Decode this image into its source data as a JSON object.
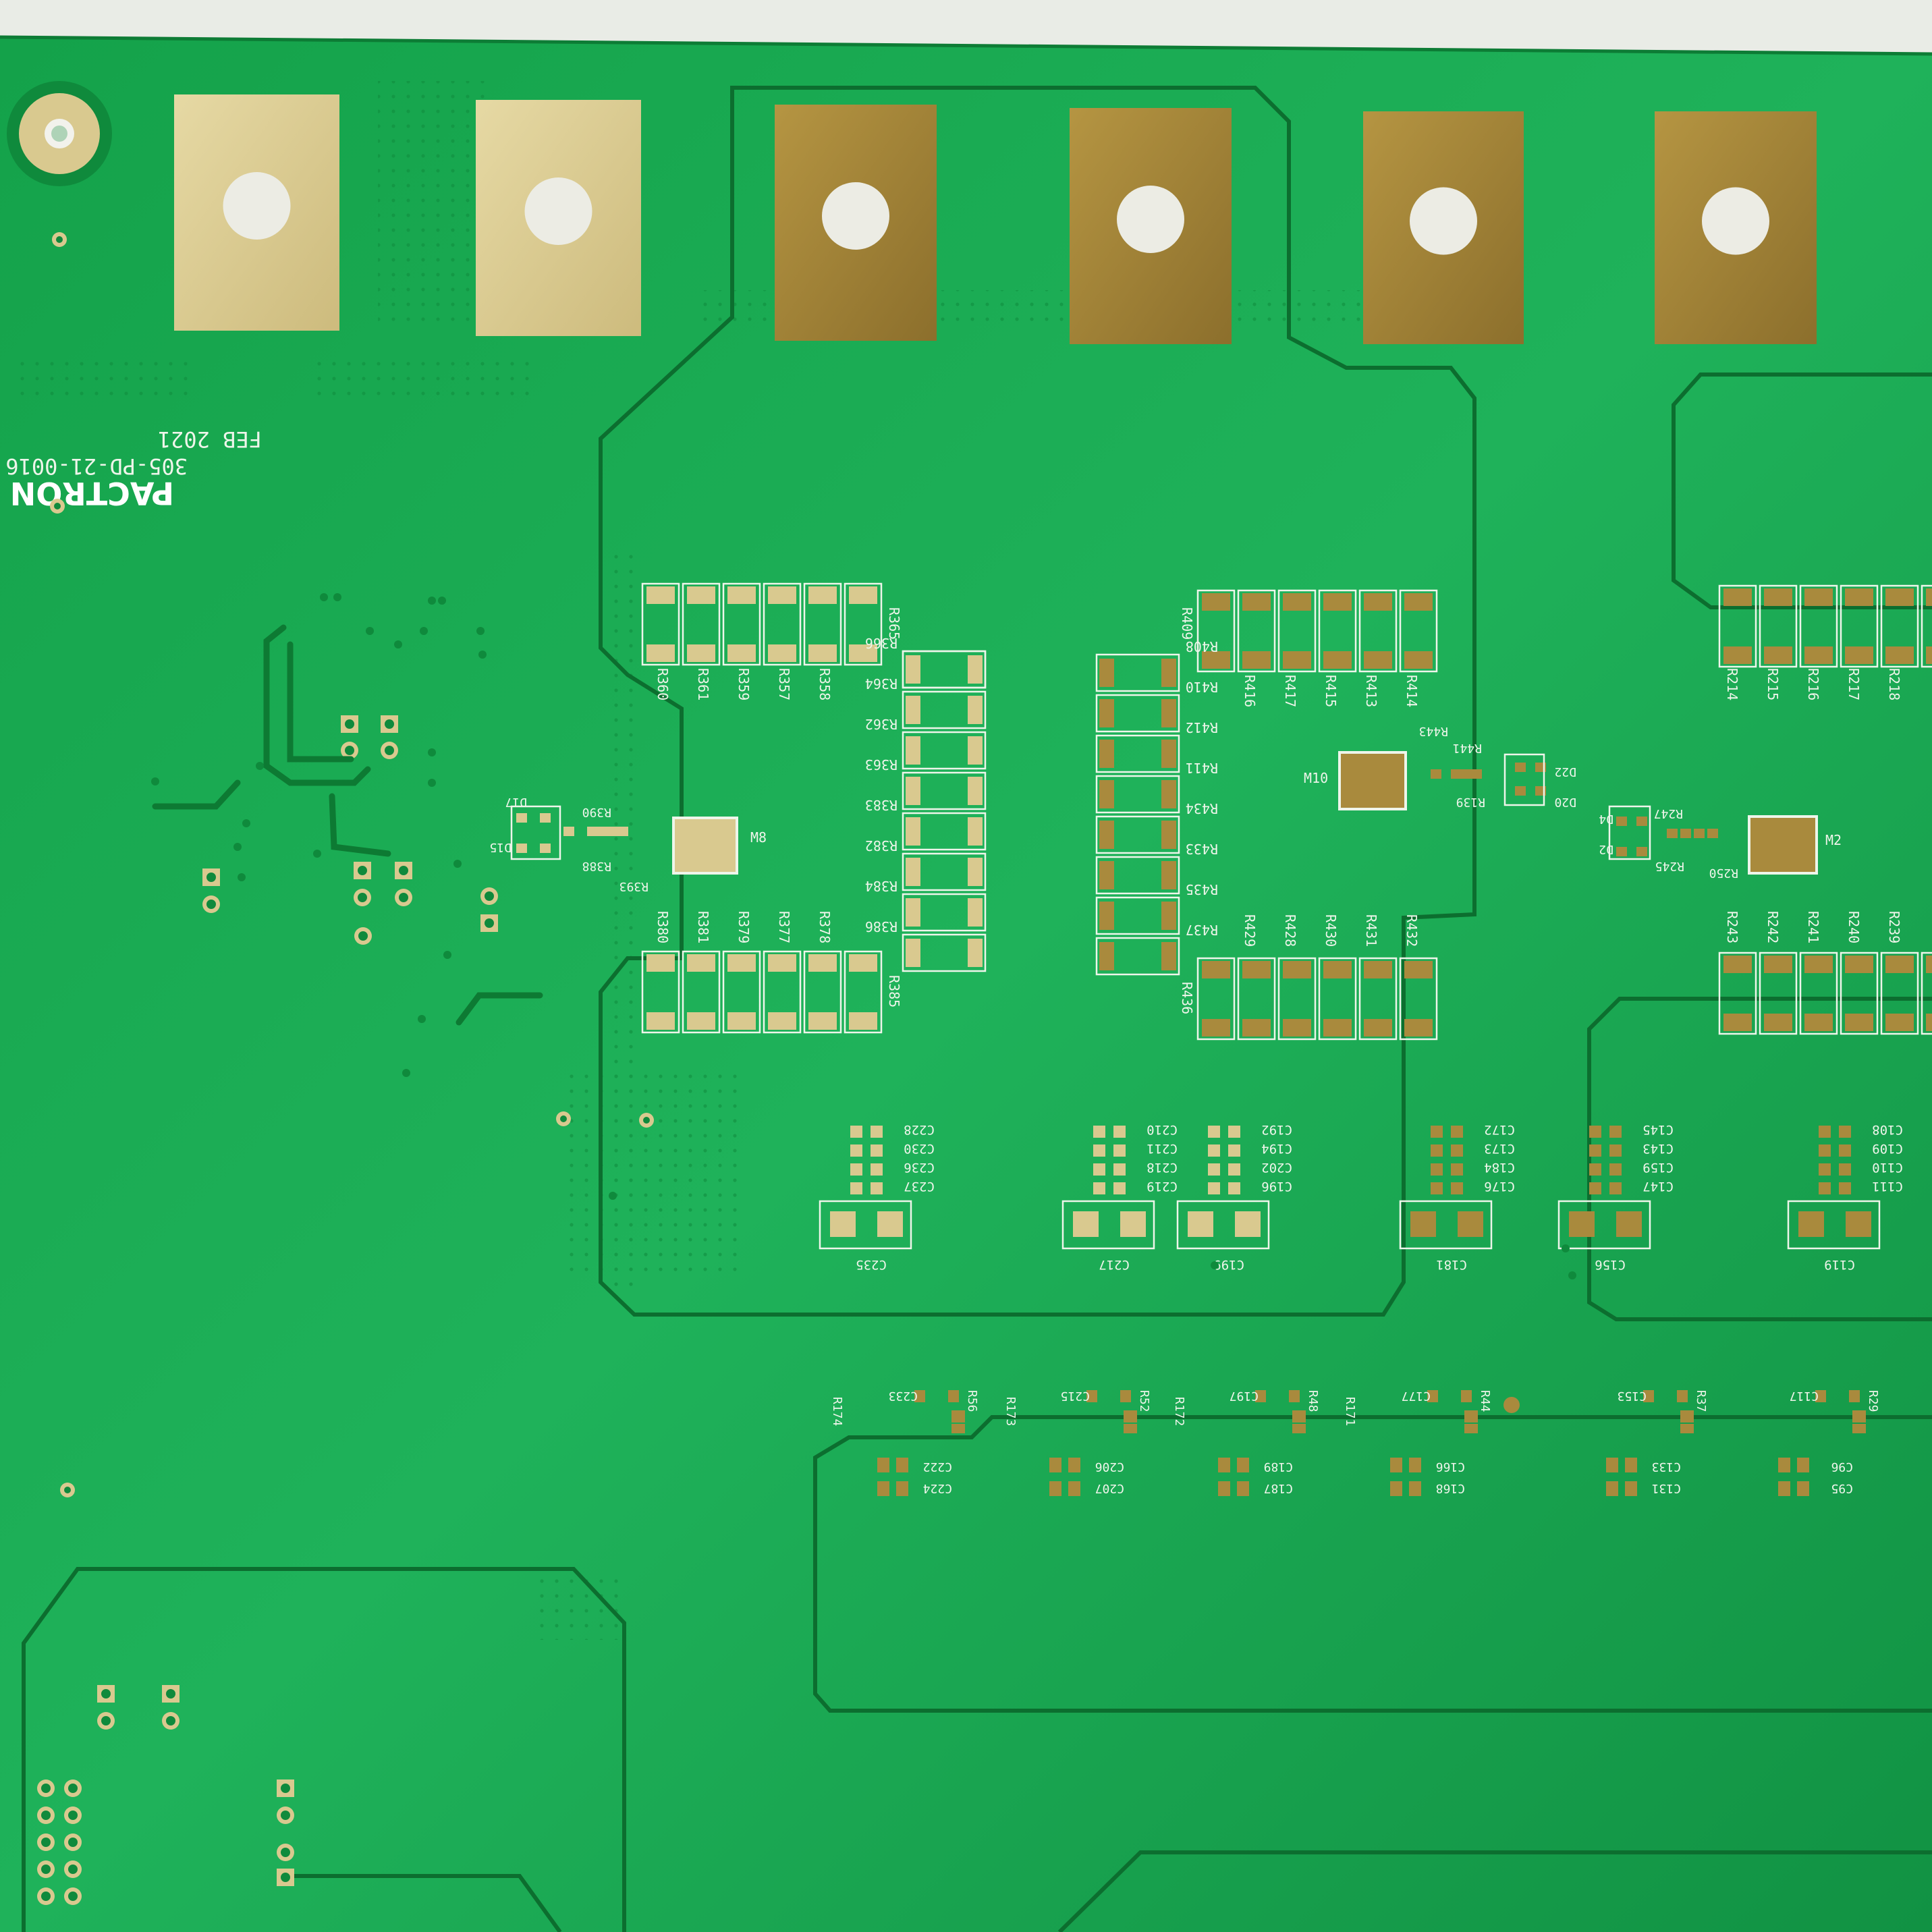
{
  "colors": {
    "solder_mask": "#18a84e",
    "solder_mask_dark": "#0f8a3c",
    "trace_outline": "#0c6e2f",
    "gold_pad": "#d9c98f",
    "copper_pad": "#a98a3d",
    "silkscreen": "#eef5ea",
    "background_paper": "#e9ece6"
  },
  "board_marking": {
    "brand": "PACTRON",
    "part_number": "305-PD-21-0016",
    "date": "FEB 2021"
  },
  "component_labels": {
    "left_block_top": [
      "R360",
      "R361",
      "R359",
      "R357",
      "R358",
      "R365"
    ],
    "left_block_right": [
      "R366",
      "R364",
      "R362",
      "R363",
      "R383",
      "R382",
      "R384",
      "R386"
    ],
    "left_block_bottom": [
      "R380",
      "R381",
      "R379",
      "R377",
      "R378",
      "R385"
    ],
    "left_block_misc": [
      "M8",
      "R393",
      "R388",
      "R390",
      "D15",
      "D17"
    ],
    "mid_block_left": [
      "R408",
      "R410",
      "R412",
      "R411",
      "R434",
      "R433",
      "R435",
      "R437"
    ],
    "mid_block_top": [
      "R409",
      "R416",
      "R417",
      "R415",
      "R413",
      "R414"
    ],
    "mid_block_bottom": [
      "R436",
      "R429",
      "R428",
      "R430",
      "R431",
      "R432"
    ],
    "mid_block_misc": [
      "M10",
      "R443",
      "R441",
      "R139",
      "D22",
      "D20"
    ],
    "right_block_top": [
      "R214",
      "R215",
      "R216",
      "R217",
      "R218"
    ],
    "right_block_bottom": [
      "R243",
      "R242",
      "R241",
      "R240",
      "R239"
    ],
    "right_block_misc": [
      "M2",
      "D4",
      "D2",
      "R247",
      "R245",
      "R250"
    ],
    "cap_group_1": [
      "C228",
      "C230",
      "C236",
      "C237",
      "C235"
    ],
    "cap_group_2": [
      "C210",
      "C211",
      "C218",
      "C219",
      "C217"
    ],
    "cap_group_3": [
      "C192",
      "C194",
      "C202",
      "C196",
      "C199"
    ],
    "cap_group_4": [
      "C172",
      "C173",
      "C184",
      "C176",
      "C181"
    ],
    "cap_group_5": [
      "C145",
      "C143",
      "C159",
      "C147",
      "C156"
    ],
    "cap_group_6": [
      "C108",
      "C109",
      "C110",
      "C111",
      "C119"
    ],
    "lower_row_refs": [
      "C233",
      "R56",
      "R174",
      "C215",
      "R52",
      "R173",
      "C197",
      "R48",
      "R172",
      "C177",
      "R44",
      "R171",
      "C153",
      "R37",
      "C117",
      "R29"
    ],
    "lower_row_caps": [
      "C222",
      "C224",
      "C206",
      "C207",
      "C189",
      "C187",
      "C166",
      "C168",
      "C133",
      "C131",
      "C96",
      "C95"
    ]
  }
}
